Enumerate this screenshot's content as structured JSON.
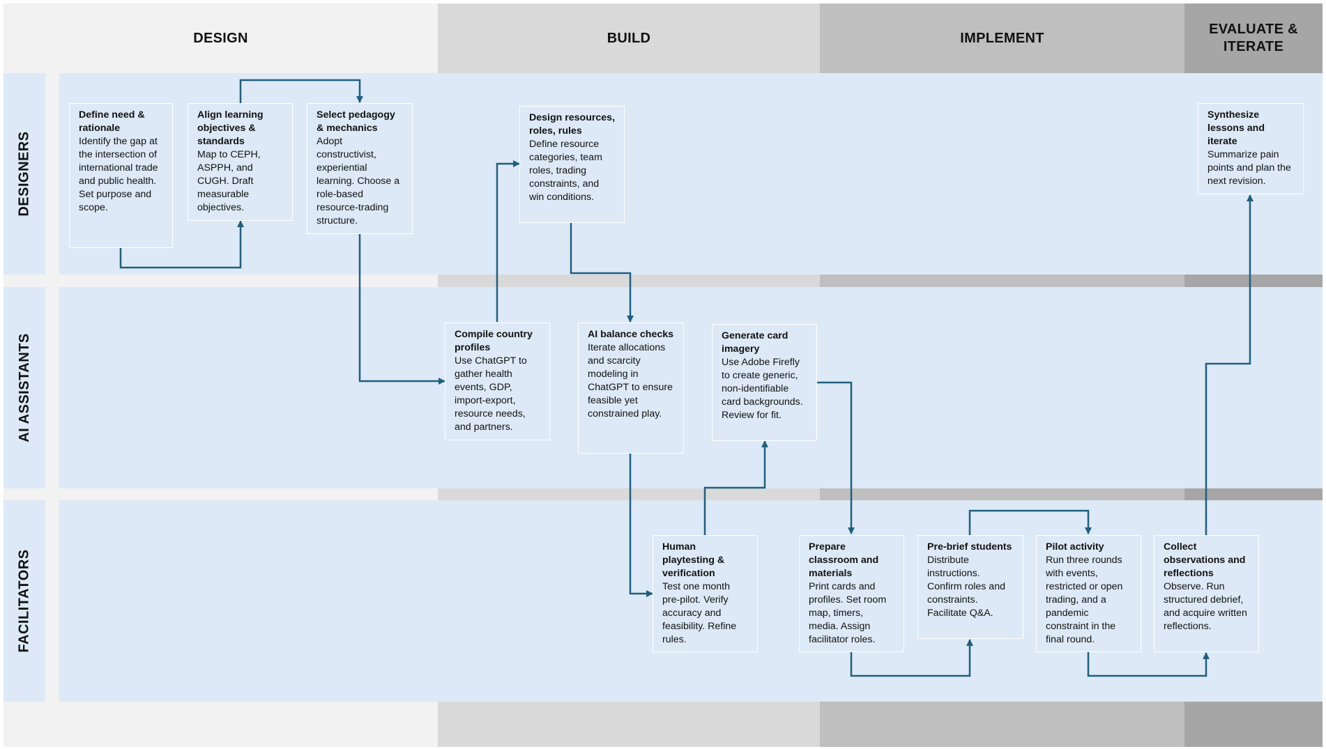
{
  "phases": {
    "design": "DESIGN",
    "build": "BUILD",
    "implement": "IMPLEMENT",
    "evaluate": "EVALUATE & ITERATE"
  },
  "lanes": {
    "designers": "DESIGNERS",
    "ai": "AI ASSISTANTS",
    "facilitators": "FACILITATORS"
  },
  "colors": {
    "lane_fill": "#dde9f6",
    "connector": "#1f5f80",
    "design_band": "#f2f2f2",
    "build_band": "#d9d9d9",
    "implement_band": "#bfbfbf",
    "evaluate_band": "#a6a6a6"
  },
  "steps": {
    "define_need": {
      "title": "Define need & rationale",
      "text": "Identify the gap at the intersection of international trade and public health. Set purpose and scope."
    },
    "align_objectives": {
      "title": "Align learning objectives & standards",
      "text": "Map to CEPH, ASPPH, and CUGH. Draft measurable objectives."
    },
    "select_pedagogy": {
      "title": "Select pedagogy & mechanics",
      "text": "Adopt constructivist, experiential learning. Choose a role-based resource-trading structure."
    },
    "design_resources": {
      "title": "Design resources, roles, rules",
      "text": "Define resource categories, team roles, trading constraints, and win conditions."
    },
    "synthesize": {
      "title": "Synthesize lessons and iterate",
      "text": "Summarize pain points and plan the next revision."
    },
    "compile_profiles": {
      "title": "Compile country profiles",
      "text": "Use ChatGPT to gather health events, GDP, import-export, resource needs, and partners."
    },
    "ai_balance": {
      "title": "AI balance checks",
      "text": "Iterate allocations and scarcity modeling in ChatGPT to ensure feasible yet constrained play."
    },
    "card_imagery": {
      "title": "Generate card imagery",
      "text": "Use Adobe Firefly to create generic, non-identifiable card backgrounds. Review for fit."
    },
    "playtesting": {
      "title": "Human playtesting & verification",
      "text": "Test one month pre-pilot. Verify accuracy and feasibility. Refine rules."
    },
    "prepare_classroom": {
      "title": "Prepare classroom and materials",
      "text": "Print cards and profiles. Set room map, timers, media. Assign facilitator roles."
    },
    "pre_brief": {
      "title": "Pre-brief students",
      "text": "Distribute instructions. Confirm roles and constraints. Facilitate Q&A."
    },
    "pilot_activity": {
      "title": "Pilot activity",
      "text": "Run three rounds with events, restricted or open trading, and a pandemic constraint in the final round."
    },
    "collect_observations": {
      "title": "Collect observations and reflections",
      "text": "Observe. Run structured debrief, and acquire written reflections."
    }
  }
}
